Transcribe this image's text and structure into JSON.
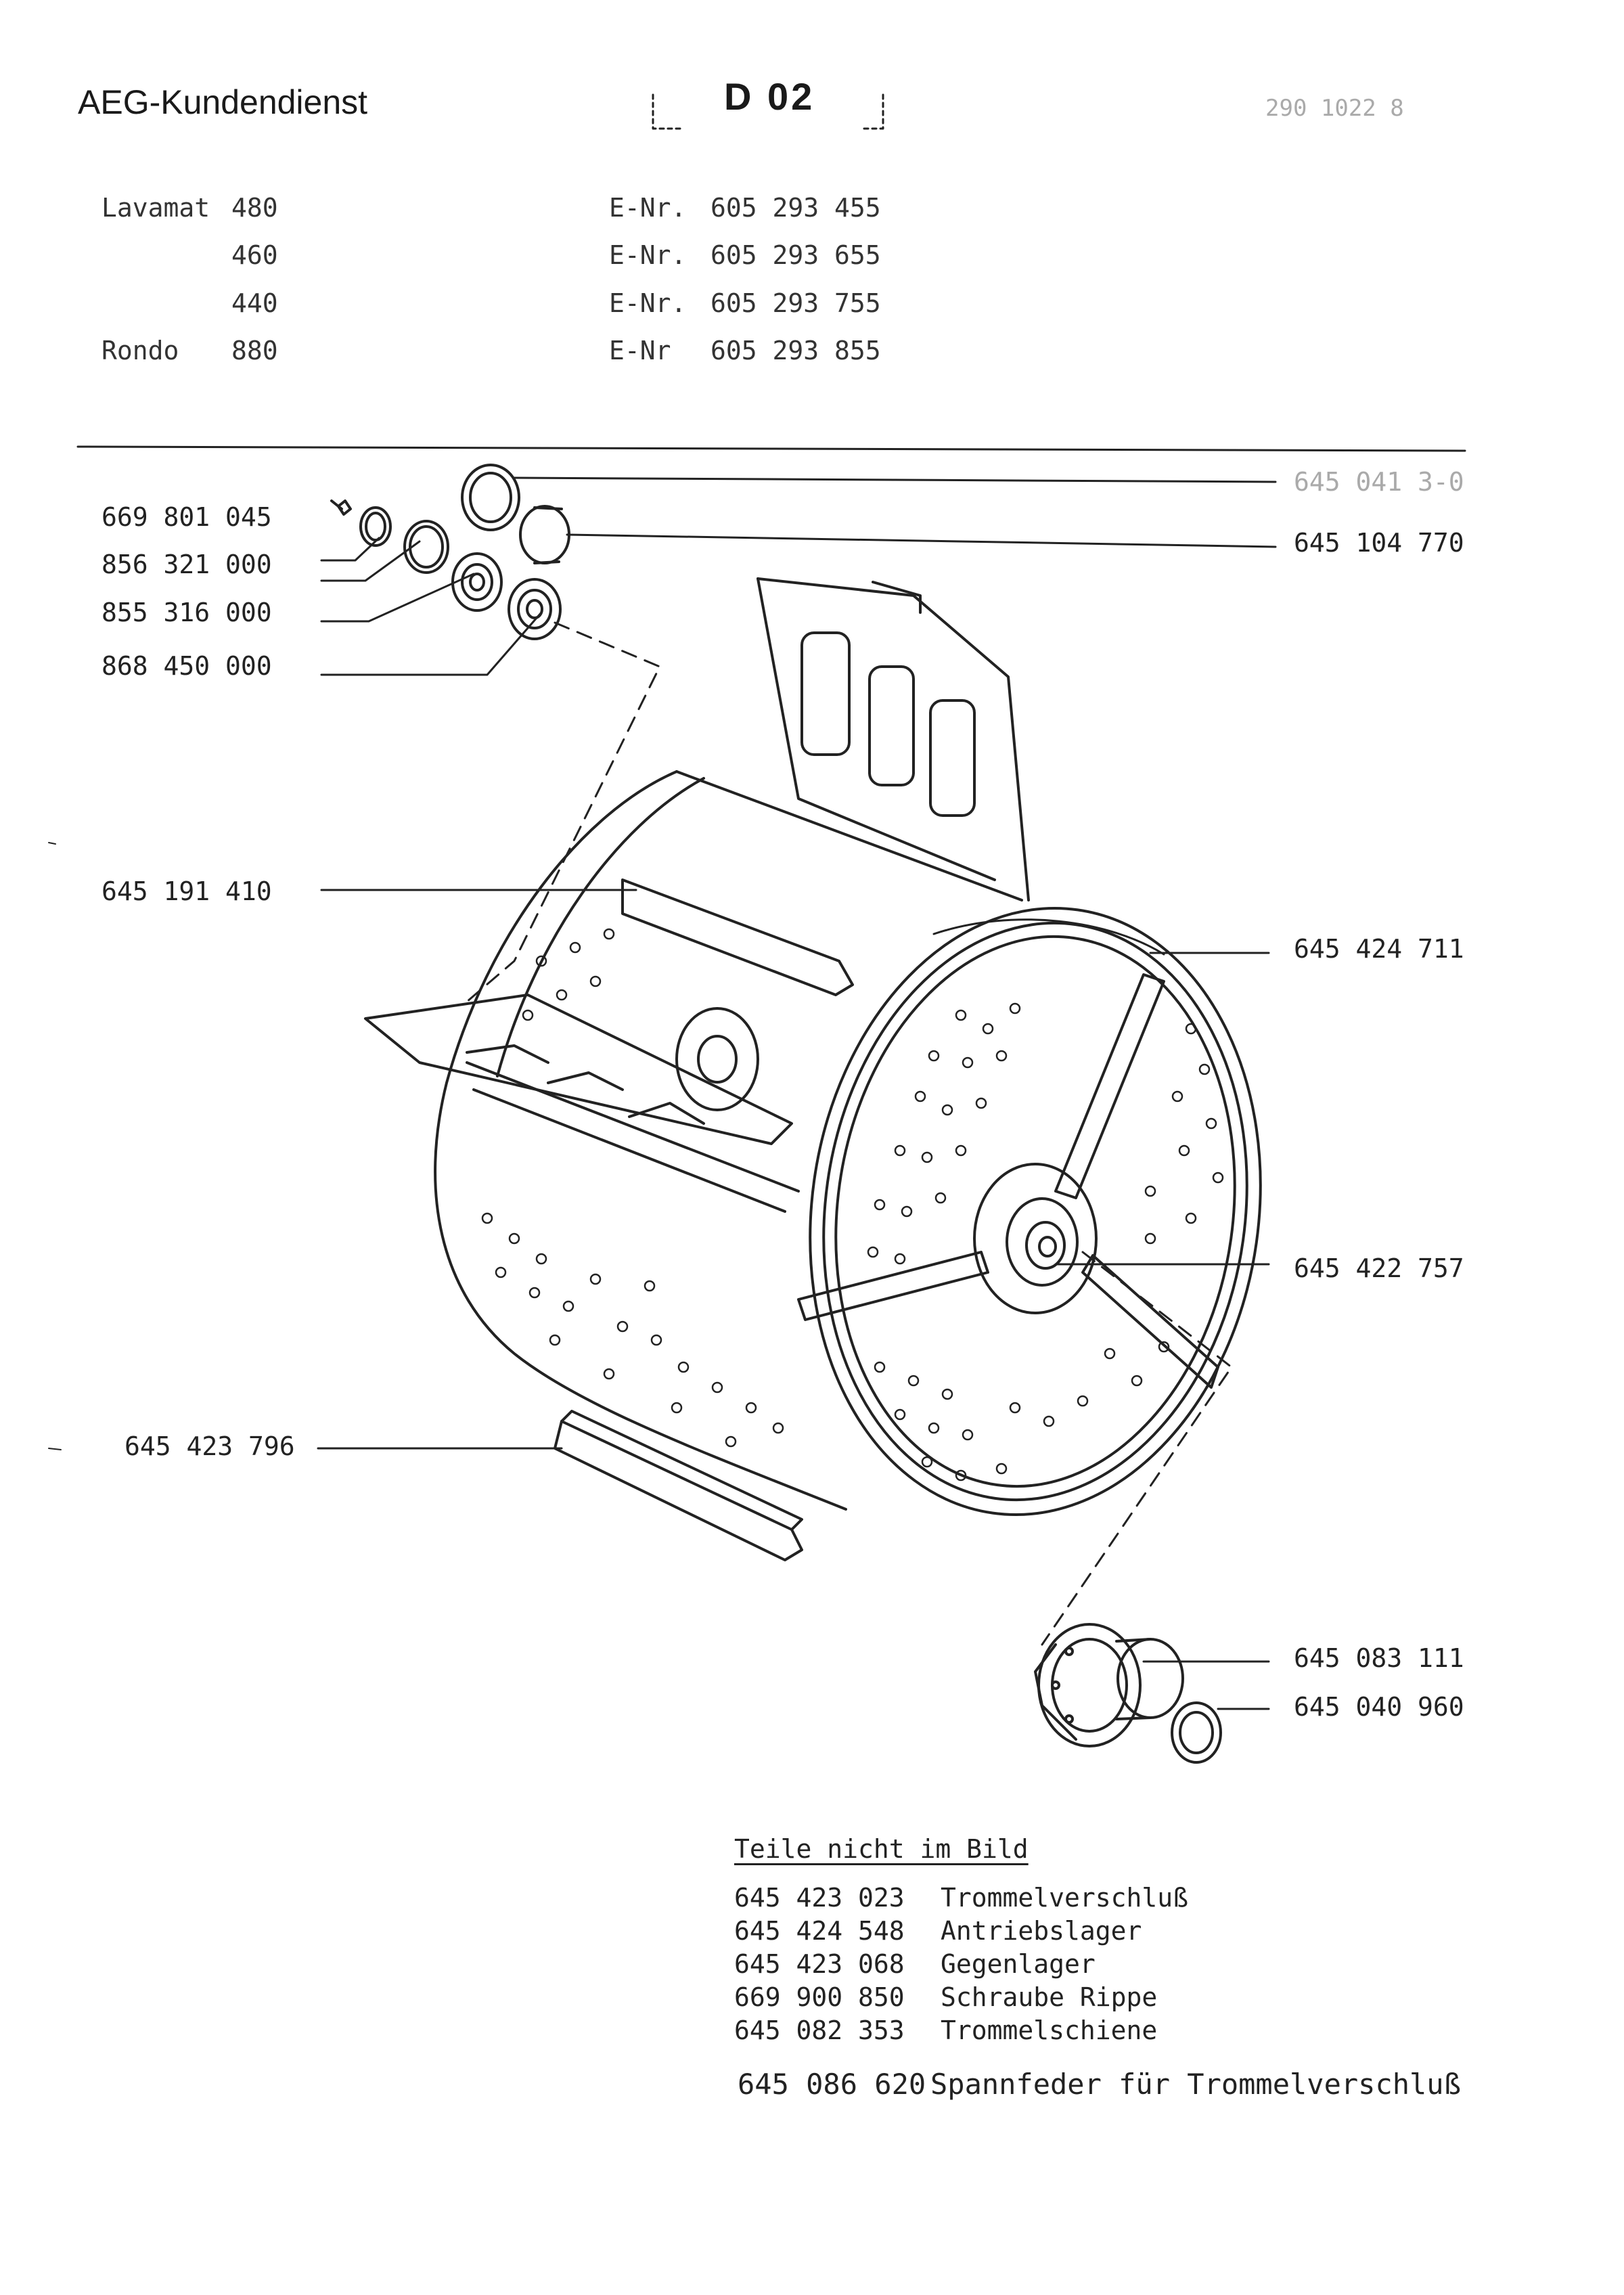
{
  "header": {
    "brand": "AEG-Kundendienst",
    "sheet": "D 02",
    "doc_number": "290 1022 8"
  },
  "models": [
    {
      "name": "Lavamat",
      "number": "480",
      "enr_label": "E-Nr.",
      "enr": "605 293 455"
    },
    {
      "name": "",
      "number": "460",
      "enr_label": "E-Nr.",
      "enr": "605 293 655"
    },
    {
      "name": "",
      "number": "440",
      "enr_label": "E-Nr.",
      "enr": "605 293 755"
    },
    {
      "name": "Rondo",
      "number": "880",
      "enr_label": "E-Nr",
      "enr": "605 293 855"
    }
  ],
  "parts": {
    "left": [
      "669 801 045",
      "856 321 000",
      "855 316 000",
      "868 450 000",
      "645 191 410",
      "645 423 796"
    ],
    "right": [
      "645 041 3-0",
      "645 104 770",
      "645 424 711",
      "645 422 757",
      "645 083 111",
      "645 040 960"
    ]
  },
  "not_shown": {
    "title": "Teile nicht im Bild",
    "items": [
      {
        "number": "645 423 023",
        "name": "Trommelverschluß"
      },
      {
        "number": "645 424 548",
        "name": "Antriebslager"
      },
      {
        "number": "645 423 068",
        "name": "Gegenlager"
      },
      {
        "number": "669 900 850",
        "name": "Schraube Rippe"
      },
      {
        "number": "645 082 353",
        "name": "Trommelschiene"
      }
    ],
    "extra": {
      "number": "645 086 620",
      "name": "Spannfeder für Trommelverschluß"
    }
  }
}
